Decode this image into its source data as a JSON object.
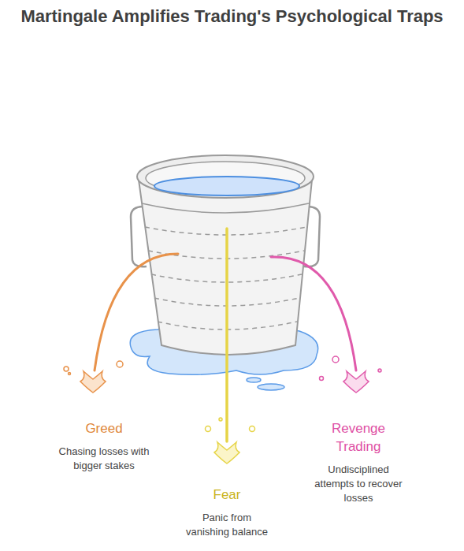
{
  "diagram": {
    "title": "Martingale Amplifies Trading's Psychological Traps",
    "nodes": [
      {
        "text": [
          "Greed",
          "Chasing losses with bigger stakes"
        ]
      },
      {
        "text": [
          "Fear",
          "Panic from vanishing balance"
        ]
      },
      {
        "text": [
          "Revenge Trading",
          "Undisciplined attempts to recover losses"
        ]
      }
    ]
  }
}
